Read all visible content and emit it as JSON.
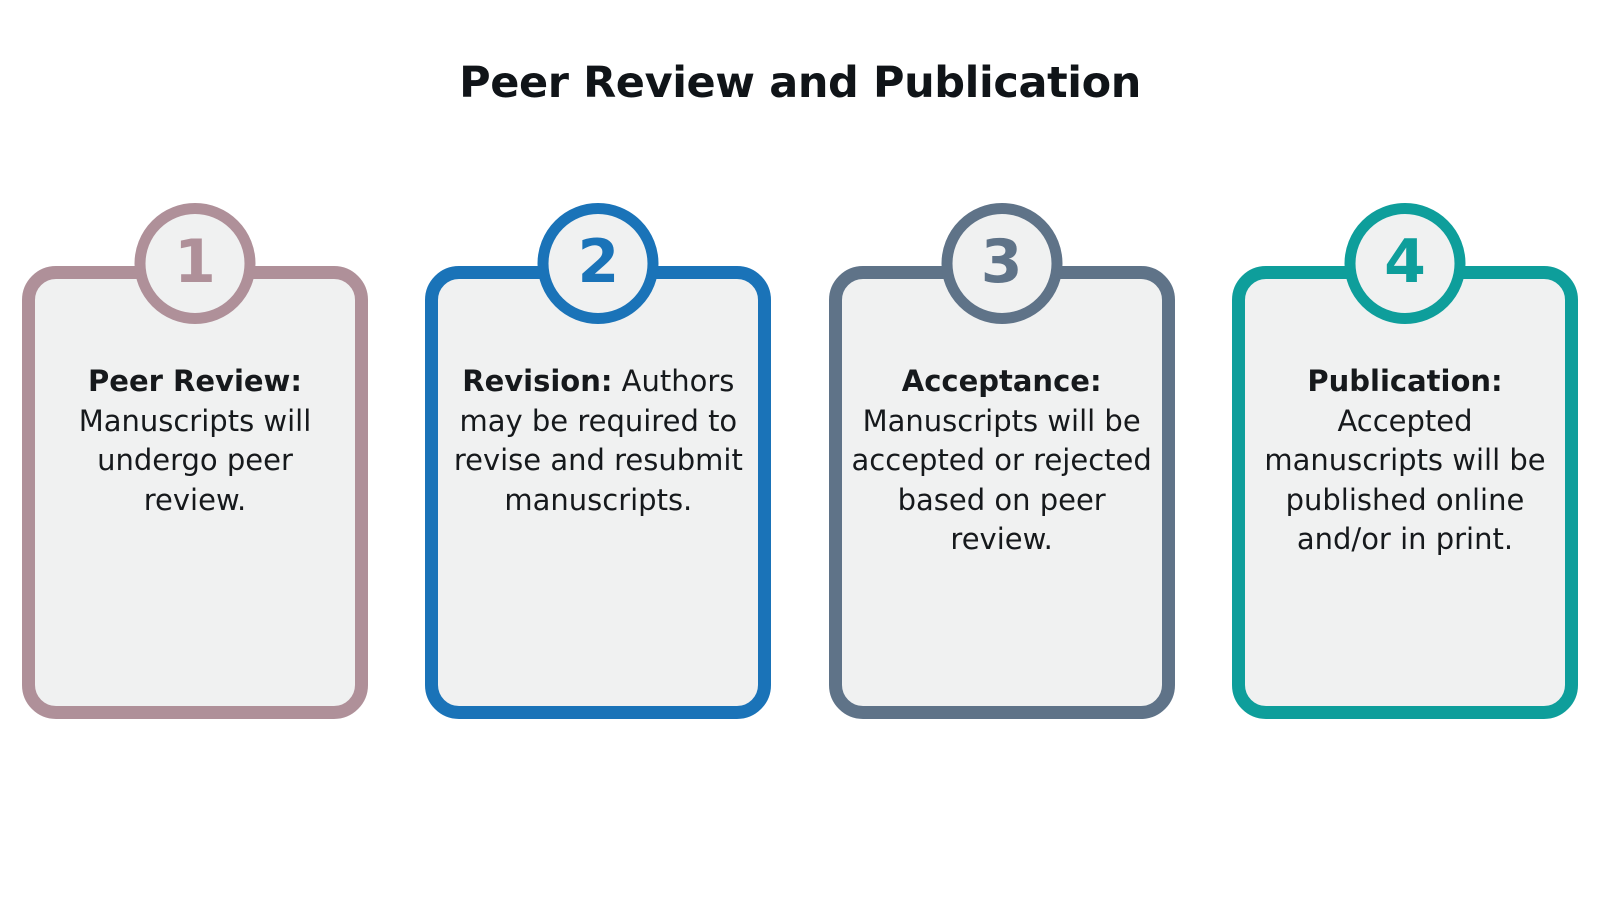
{
  "page": {
    "background": "#ffffff",
    "title": "Peer Review and Publication"
  },
  "theme": {
    "card_fill": "#f0f1f1",
    "text_color": "#16191c",
    "title_color": "#101418"
  },
  "steps": [
    {
      "number": "1",
      "label": "Peer Review:",
      "description": "Manuscripts will undergo peer review.",
      "color": "#af9099"
    },
    {
      "number": "2",
      "label": "Revision:",
      "description": "Authors may be required to revise and resubmit manuscripts.",
      "color": "#1a73b8"
    },
    {
      "number": "3",
      "label": "Acceptance:",
      "description": "Manuscripts will be accepted or rejected based on peer review.",
      "color": "#5f7388"
    },
    {
      "number": "4",
      "label": "Publication:",
      "description": "Accepted manuscripts will be published online and/or in print.",
      "color": "#0e9e9b"
    }
  ]
}
